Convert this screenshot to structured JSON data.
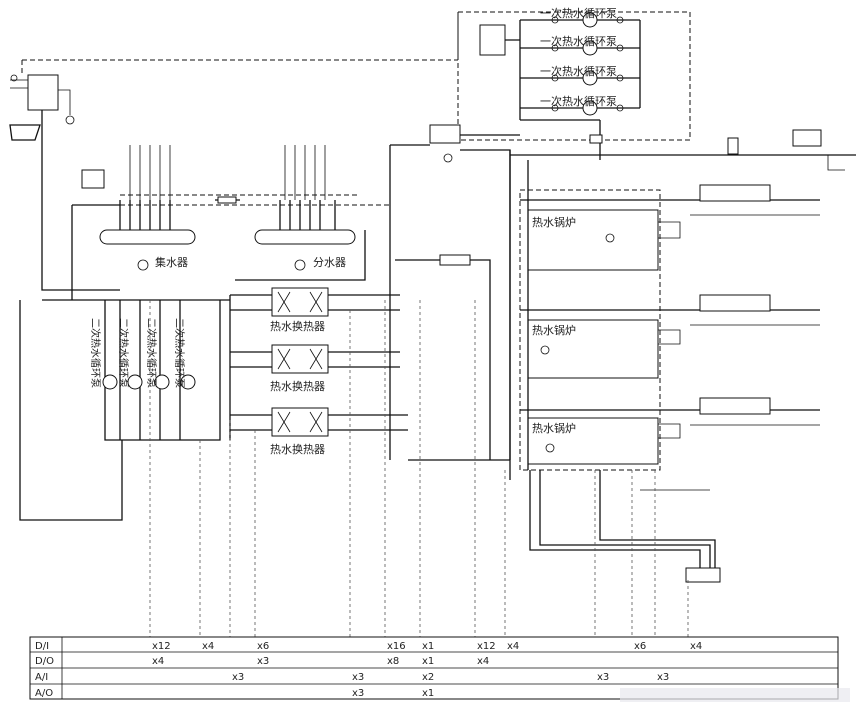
{
  "labels": {
    "primary_pump": "一次热水循环泵",
    "secondary_pump": "二次热水循环泵",
    "collector": "集水器",
    "distributor": "分水器",
    "heat_exchanger": "热水换热器",
    "boiler": "热水锅炉"
  },
  "io_table": {
    "rows": [
      "D/I",
      "D/O",
      "A/I",
      "A/O"
    ],
    "entries": [
      {
        "row": 0,
        "text": "x12"
      },
      {
        "row": 0,
        "text": "x4"
      },
      {
        "row": 0,
        "text": "x6"
      },
      {
        "row": 0,
        "text": "x16"
      },
      {
        "row": 0,
        "text": "x1"
      },
      {
        "row": 0,
        "text": "x12"
      },
      {
        "row": 0,
        "text": "x4"
      },
      {
        "row": 0,
        "text": "x6"
      },
      {
        "row": 0,
        "text": "x4"
      },
      {
        "row": 1,
        "text": "x4"
      },
      {
        "row": 1,
        "text": "x3"
      },
      {
        "row": 1,
        "text": "x8"
      },
      {
        "row": 1,
        "text": "x1"
      },
      {
        "row": 1,
        "text": "x4"
      },
      {
        "row": 2,
        "text": "x3"
      },
      {
        "row": 2,
        "text": "x3"
      },
      {
        "row": 2,
        "text": "x2"
      },
      {
        "row": 2,
        "text": "x3"
      },
      {
        "row": 2,
        "text": "x3"
      },
      {
        "row": 3,
        "text": "x3"
      },
      {
        "row": 3,
        "text": "x1"
      }
    ]
  }
}
